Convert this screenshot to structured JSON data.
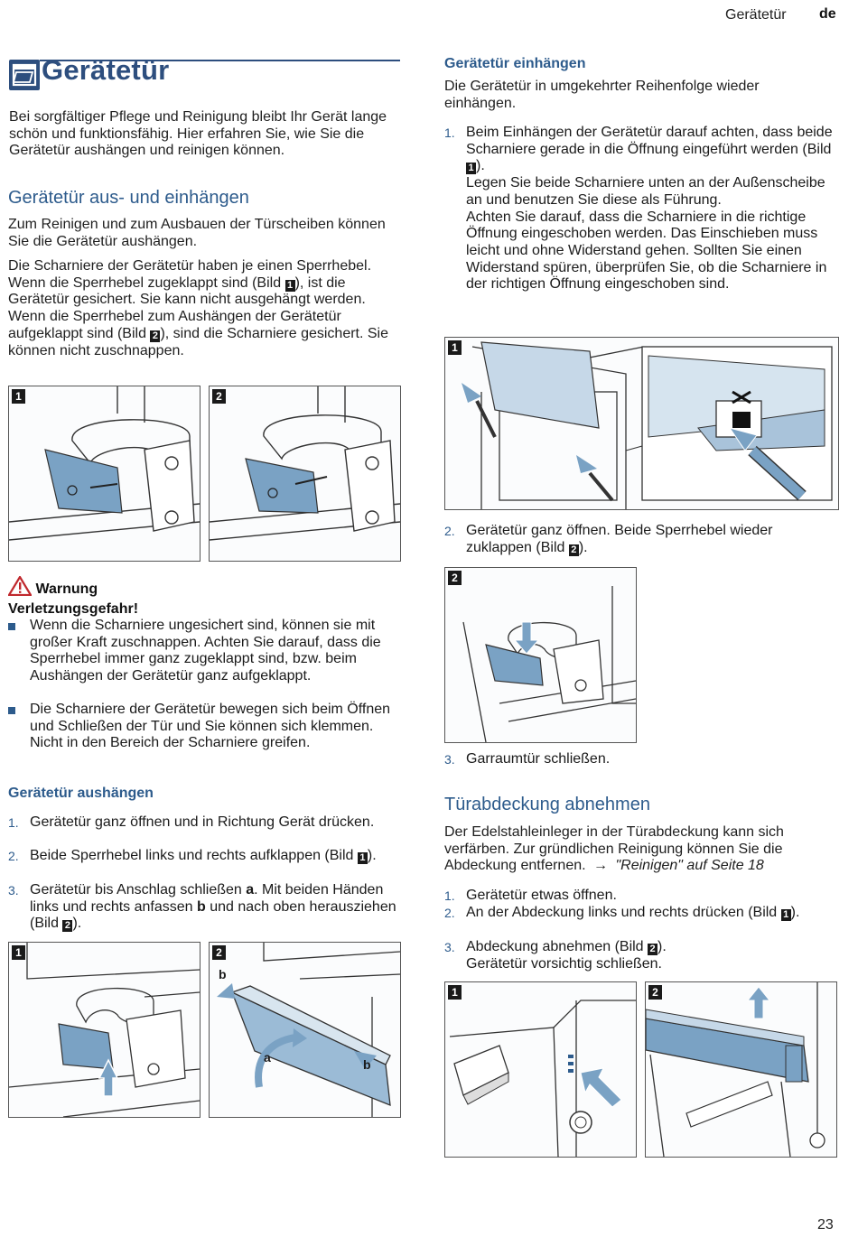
{
  "header": {
    "section": "Gerätetür",
    "lang": "de"
  },
  "page_number": "23",
  "title": "Gerätetür",
  "intro": "Bei sorgfältiger Pflege und Reinigung bleibt Ihr Gerät lange schön und funktionsfähig. Hier erfahren Sie, wie Sie die Gerätetür aushängen und reinigen können.",
  "section1": {
    "heading": "Gerätetür aus- und einhängen",
    "p1": "Zum Reinigen und zum Ausbauen der Türscheiben können Sie die Gerätetür aushängen.",
    "p2_a": "Die Scharniere der Gerätetür haben je einen Sperrhebel.",
    "p2_b": "Wenn die Sperrhebel zugeklappt sind (Bild ",
    "p2_c": "), ist die Gerätetür gesichert. Sie kann nicht ausgehängt werden. Wenn die Sperrhebel zum Aushängen der Gerätetür aufgeklappt sind (Bild ",
    "p2_d": "), sind die Scharniere gesichert. Sie können nicht zuschnappen."
  },
  "badges": {
    "one": "1",
    "two": "2"
  },
  "warning": {
    "label": "Warnung",
    "subtitle": "Verletzungsgefahr!",
    "items": [
      "Wenn die Scharniere ungesichert sind, können sie mit großer Kraft zuschnappen. Achten Sie darauf, dass die Sperrhebel immer ganz zugeklappt sind, bzw. beim Aushängen der Gerätetür ganz aufgeklappt.",
      "Die Scharniere der Gerätetür bewegen sich beim Öffnen und Schließen der Tür und Sie können sich klemmen. Nicht in den Bereich der Scharniere greifen."
    ]
  },
  "aushaengen": {
    "heading": "Gerätetür aushängen",
    "steps": [
      {
        "n": "1.",
        "text": "Gerätetür ganz öffnen und in Richtung Gerät drücken."
      },
      {
        "n": "2.",
        "text_a": "Beide Sperrhebel links und rechts aufklappen (Bild ",
        "text_b": ")."
      },
      {
        "n": "3.",
        "text_a": "Gerätetür bis Anschlag schließen ",
        "bold_a": "a",
        "text_b": ". Mit beiden Händen links und rechts anfassen ",
        "bold_b": "b",
        "text_c": " und nach oben herausziehen (Bild ",
        "text_d": ")."
      }
    ],
    "fig_labels": {
      "a": "a",
      "b": "b"
    }
  },
  "einhaengen": {
    "heading": "Gerätetür einhängen",
    "intro": "Die Gerätetür in umgekehrter Reihenfolge wieder einhängen.",
    "step1": {
      "n": "1.",
      "a": "Beim Einhängen der Gerätetür darauf achten, dass beide Scharniere gerade in die Öffnung eingeführt werden (Bild ",
      "b": ").",
      "c": "Legen Sie beide Scharniere unten an der Außenscheibe an und benutzen Sie diese als Führung.",
      "d": "Achten Sie darauf, dass die Scharniere in die richtige Öffnung eingeschoben werden. Das Einschieben muss leicht und ohne Widerstand gehen. Sollten Sie einen Widerstand spüren, überprüfen Sie, ob die Scharniere in der richtigen Öffnung eingeschoben sind."
    },
    "step2": {
      "n": "2.",
      "a": "Gerätetür ganz öffnen. Beide Sperrhebel wieder zuklappen (Bild ",
      "b": ")."
    },
    "step3": {
      "n": "3.",
      "text": "Garraumtür schließen."
    }
  },
  "tuerabdeckung": {
    "heading": "Türabdeckung abnehmen",
    "p1": "Der Edelstahleinleger in der Türabdeckung kann sich verfärben. Zur gründlichen Reinigung können Sie die Abdeckung entfernen.",
    "link_arrow": "→",
    "link": "\"Reinigen\" auf Seite 18",
    "steps": [
      {
        "n": "1.",
        "text": "Gerätetür etwas öffnen."
      },
      {
        "n": "2.",
        "text_a": "An der Abdeckung links und rechts drücken (Bild ",
        "text_b": ")."
      },
      {
        "n": "3.",
        "text_a": "Abdeckung abnehmen (Bild ",
        "text_b": ").",
        "text_c": "Gerätetür vorsichtig schließen."
      }
    ]
  },
  "colors": {
    "accent": "#2d5b8c",
    "title": "#2d4e7e",
    "warning": "#c0282d",
    "figure_blue": "#7aa2c4"
  }
}
